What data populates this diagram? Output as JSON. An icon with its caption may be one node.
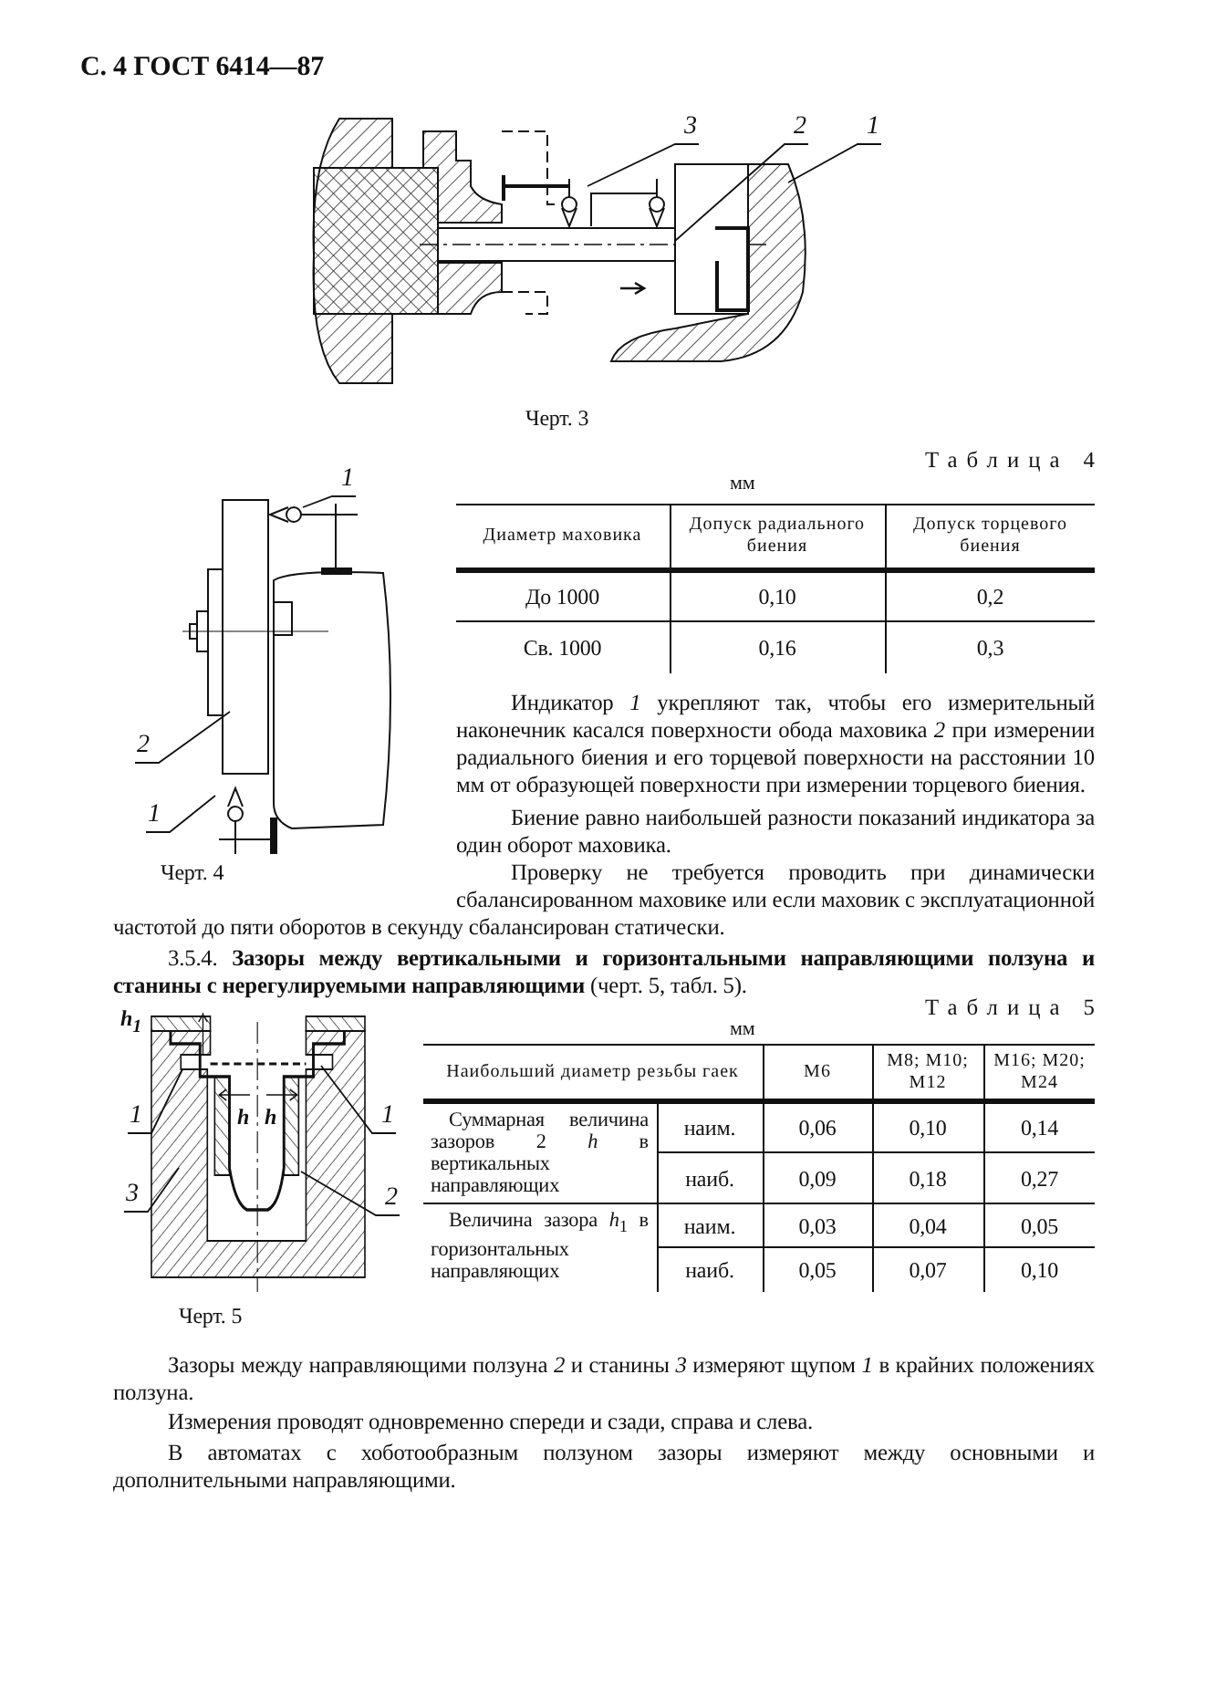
{
  "diagram": {
    "nodes": [
      {
        "text": [
          "3"
        ]
      },
      {
        "text": [
          "2"
        ]
      },
      {
        "text": [
          "1"
        ]
      },
      {
        "text": [
          "1"
        ]
      },
      {
        "text": [
          "2"
        ]
      },
      {
        "text": [
          "1"
        ]
      },
      {
        "text": [
          "1"
        ]
      },
      {
        "text": [
          "1"
        ]
      },
      {
        "text": [
          "3"
        ]
      },
      {
        "text": [
          "2"
        ]
      },
      {
        "text": [],
        "shape": "picture"
      },
      {
        "text": [],
        "shape": "picture"
      },
      {
        "text": [],
        "shape": "picture"
      }
    ],
    "edges": [
      {
        "from": 0,
        "to": 10,
        "arrow": "none"
      },
      {
        "from": 1,
        "to": 10,
        "arrow": "none"
      },
      {
        "from": 2,
        "to": 10,
        "arrow": "none"
      },
      {
        "from": 3,
        "to": 11,
        "arrow": "none"
      },
      {
        "from": 4,
        "to": 11,
        "arrow": "none"
      },
      {
        "from": 5,
        "to": 11,
        "arrow": "none"
      },
      {
        "from": 6,
        "to": 12,
        "arrow": "none"
      },
      {
        "from": 7,
        "to": 12,
        "arrow": "none"
      },
      {
        "from": 8,
        "to": 12,
        "arrow": "none"
      },
      {
        "from": 9,
        "to": 12,
        "arrow": "none"
      }
    ],
    "labels": [
      "С. 4 ГОСТ 6414—87",
      "Черт. 3",
      "Таблица 4",
      "мм",
      "Диаметр маховика",
      "Допуск радиального биения",
      "Допуск торцевого биения",
      "До 1000",
      "0,10",
      "0,2",
      "Св. 1000",
      "0,16",
      "0,3",
      "Индикатор *1* укрепляют так, чтобы его измерительный наконечник касался поверхности обода маховика *2* при измерении радиального биения и его торцевой поверхности на расстоянии 10 мм от образующей поверхности при измерении торцевого биения.",
      "Биение равно наибольшей разности показаний индикатора за один оборот маховика.",
      "Черт. 4",
      "Проверку не требуется проводить при динамически сбалансированном маховике или если маховик с эксплуатационной частотой до пяти оборотов в секунду сбалансирован статически.",
      "3.5.4. **Зазоры между вертикальными и горизонтальными направляющими ползуна и станины с нерегулируемыми направляющими** (черт. 5, табл. 5).",
      "h$_{1}$",
      "h",
      "h",
      "Таблица 5",
      "мм",
      "Наибольший диаметр резьбы гаек",
      "М6",
      "М8; М10; М12",
      "М16; М20; М24",
      "Суммарная величина зазоров 2 *h* в вертикальных направляющих",
      "наим.",
      "0,06",
      "0,10",
      "0,14",
      "наиб.",
      "0,09",
      "0,18",
      "0,27",
      "Величина зазора *h*$_{1}$ в горизонтальных направляющих",
      "наим.",
      "0,03",
      "0,04",
      "0,05",
      "наиб.",
      "0,05",
      "0,07",
      "0,10",
      "Черт. 5",
      "Зазоры между направляющими ползуна *2* и станины *3* измеряют щупом *1* в крайних положениях ползуна.",
      "Измерения проводят одновременно спереди и сзади, справа и слева.",
      "В автоматах с хоботообразным ползуном зазоры измеряют между основными и дополнительными направляющими."
    ]
  }
}
